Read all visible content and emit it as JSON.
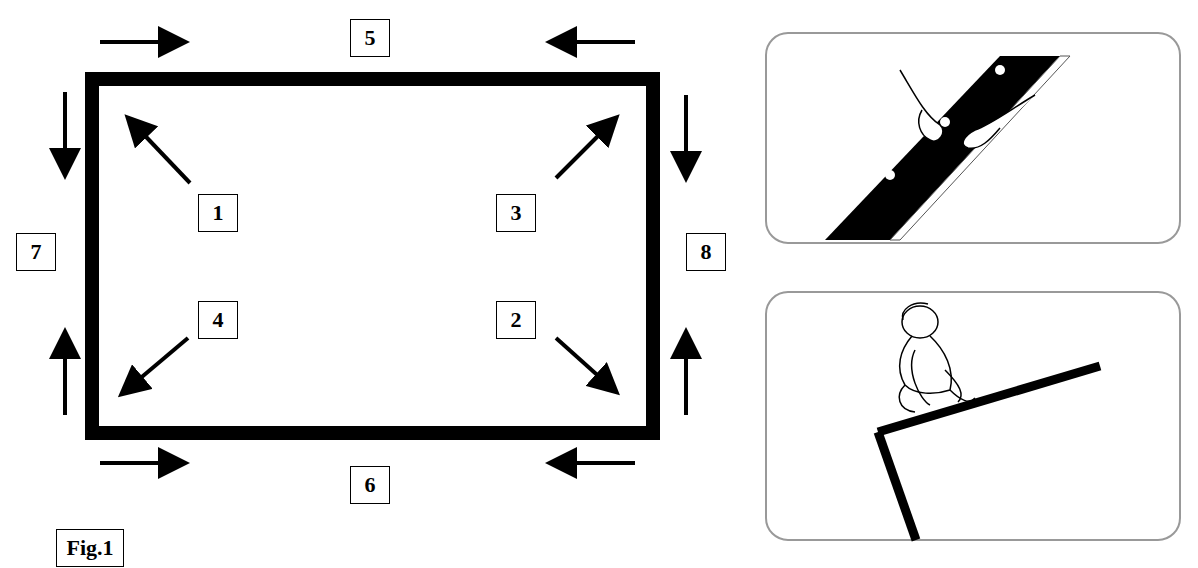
{
  "diagram": {
    "nodes": [
      {
        "text": [
          "5"
        ]
      },
      {
        "text": [
          "1"
        ]
      },
      {
        "text": [
          "3"
        ]
      },
      {
        "text": [
          "7"
        ]
      },
      {
        "text": [
          "8"
        ]
      },
      {
        "text": [
          "4"
        ]
      },
      {
        "text": [
          "2"
        ]
      },
      {
        "text": [
          "6"
        ]
      },
      {
        "text": [
          "Fig.1"
        ]
      }
    ]
  }
}
